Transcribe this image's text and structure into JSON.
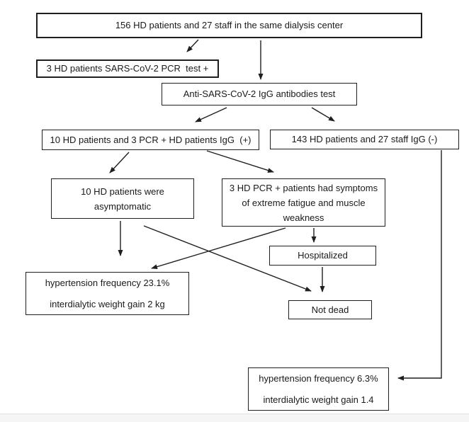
{
  "diagram": {
    "type": "flowchart",
    "nodes": {
      "total": {
        "text": "156 HD patients and 27 staff in the same dialysis center"
      },
      "pcr_positive": {
        "text": "3 HD patients SARS-CoV-2 PCR  test +"
      },
      "igg_test": {
        "text": "Anti-SARS-CoV-2 IgG antibodies test"
      },
      "igg_positive": {
        "text": "10 HD patients and 3 PCR + HD patients IgG  (+)"
      },
      "igg_negative": {
        "text": "143 HD patients and 27 staff IgG (-)"
      },
      "asymptomatic": {
        "lines": [
          "10 HD patients were",
          "asymptomatic"
        ]
      },
      "symptomatic": {
        "lines": [
          "3 HD PCR + patients had symptoms",
          "of extreme fatigue and muscle",
          "weakness"
        ]
      },
      "hospitalized": {
        "text": "Hospitalized"
      },
      "not_dead": {
        "text": "Not dead"
      },
      "outcome_igg_positive": {
        "lines": [
          "hypertension frequency 23.1%",
          "interdialytic weight gain 2 kg"
        ]
      },
      "outcome_igg_negative": {
        "lines": [
          "hypertension frequency 6.3%",
          "interdialytic weight gain 1.4"
        ]
      }
    },
    "colors": {
      "line": "#1f1f1f",
      "box_border": "#1f1f1f",
      "background": "#ffffff",
      "footer_strip": "#f5f5f5"
    }
  }
}
